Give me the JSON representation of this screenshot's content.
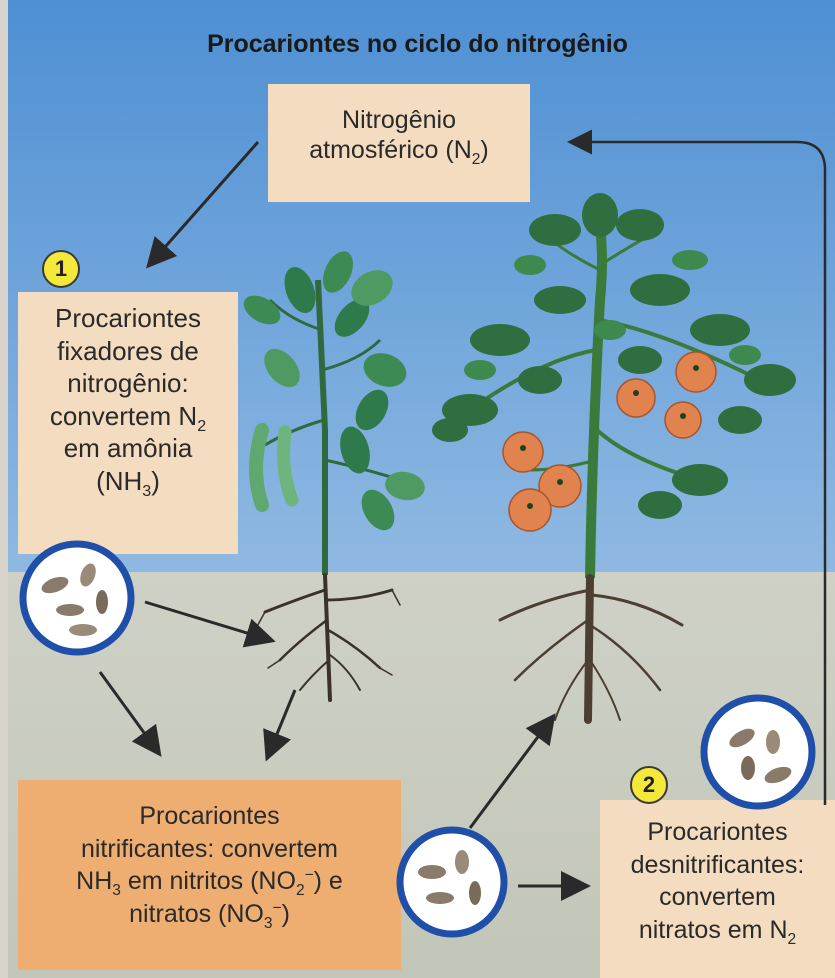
{
  "title": "Procariontes no ciclo do nitrogênio",
  "nodes": {
    "atmospheric": {
      "line1": "Nitrogênio",
      "line2_main": "atmosférico (N",
      "line2_sub": "2",
      "line2_end": ")"
    },
    "fixers": {
      "badge": "1",
      "l1": "Procariontes",
      "l2": "fixadores de",
      "l3": "nitrogênio:",
      "l4_main": "convertem N",
      "l4_sub": "2",
      "l5": "em amônia",
      "l6_open": "(NH",
      "l6_sub": "3",
      "l6_close": ")"
    },
    "nitrifiers": {
      "l1": "Procariontes",
      "l2": "nitrificantes: convertem",
      "l3_a": "NH",
      "l3_sub": "3",
      "l3_b": " em nitritos (NO",
      "l3_sub2": "2",
      "l3_sup2": "−",
      "l3_c": ") e",
      "l4_a": "nitratos (NO",
      "l4_sub": "3",
      "l4_sup": "−",
      "l4_c": ")"
    },
    "denitrifiers": {
      "badge": "2",
      "l1": "Procariontes",
      "l2": "desnitrificantes:",
      "l3": "convertem",
      "l4_main": "nitratos em N",
      "l4_sub": "2"
    }
  },
  "colors": {
    "sky": "#5f9ad6",
    "soil": "#c9ccc0",
    "box_light": "#f3dcc0",
    "box_orange": "#eeae72",
    "arrow": "#2a2a2a",
    "circle_ring": "#1f4fa8",
    "bacteria": "#8a7a6a",
    "tomato": "#e0834e",
    "leaf": "#2f7a4a",
    "root": "#3a3228"
  }
}
